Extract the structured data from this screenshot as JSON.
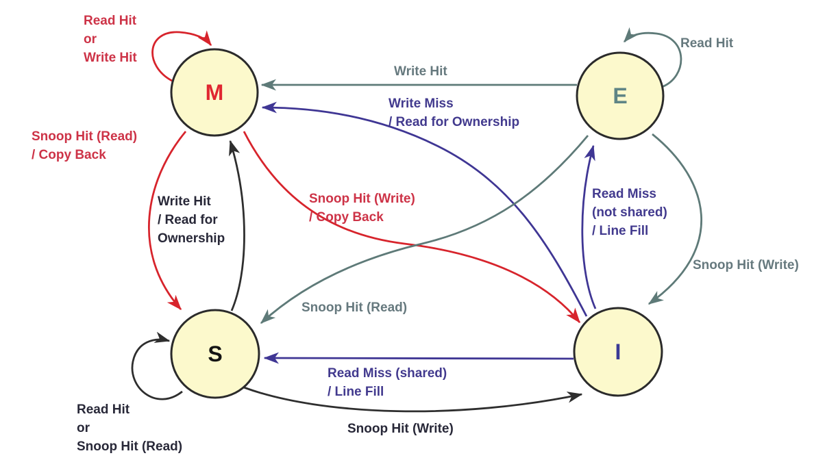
{
  "diagram_type": "state-transition-diagram",
  "states": {
    "m": "M",
    "e": "E",
    "s": "S",
    "i": "I"
  },
  "transitions": {
    "m_self": "Read Hit\nor\nWrite Hit",
    "e_self": "Read Hit",
    "e_to_m": "Write Hit",
    "i_to_m": "Write Miss\n/ Read for Ownership",
    "m_to_s": "Snoop Hit (Read)\n/ Copy Back",
    "s_to_m": "Write Hit\n/ Read for\nOwnership",
    "m_to_i": "Snoop Hit (Write)\n/ Copy Back",
    "e_to_s": "Snoop Hit (Read)",
    "i_to_e": "Read Miss\n(not shared)\n/ Line Fill",
    "e_to_i": "Snoop Hit (Write)",
    "i_to_s": "Read Miss (shared)\n/ Line Fill",
    "s_to_i": "Snoop Hit (Write)",
    "s_self": "Read Hit\nor\nSnoop Hit (Read)"
  },
  "colors": {
    "state_fill": "#fcf9cc",
    "state_border": "#2b2b2b",
    "red_edge": "#d7242c",
    "gray_edge": "#5e7a78",
    "purple_edge": "#3f3694",
    "black_edge": "#2e2e2e",
    "crimson_label": "#cd3347",
    "gray_label": "#66797e",
    "purple_label": "#423a8e",
    "dark_label": "#282838"
  }
}
